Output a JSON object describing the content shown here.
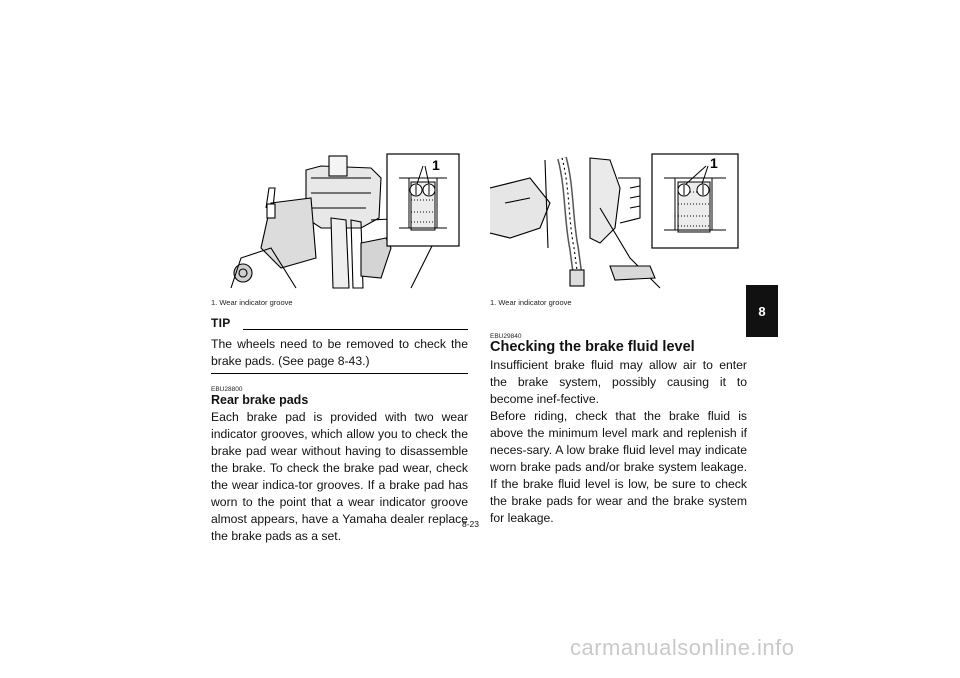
{
  "left": {
    "caption": "1.  Wear indicator groove",
    "callout": "1",
    "tip_label": "TIP",
    "tip_text": "The wheels need to be removed to check the brake pads. (See page 8-43.)",
    "section_code": "EBU28800",
    "section_title": "Rear brake pads",
    "section_text": "Each brake pad is provided with two wear indicator grooves, which allow you to check the brake pad wear without having to disassemble the brake. To check the brake pad wear, check the wear indica-tor grooves. If a brake pad has worn to the point that a wear indicator groove almost appears, have a Yamaha dealer replace the brake pads as a set."
  },
  "right": {
    "caption": "1.  Wear indicator groove",
    "callout": "1",
    "section_code": "EBU29840",
    "section_title": "Checking the brake fluid level",
    "para1": "Insufficient brake fluid may allow air to enter the brake system, possibly causing it to become inef-fective.",
    "para2": "Before riding, check that the brake fluid is above the minimum level mark and replenish if neces-sary. A low brake fluid level may indicate worn brake pads and/or brake system leakage. If the brake fluid level is low, be sure to check the brake pads for wear and the brake system for leakage."
  },
  "chapter_tab": "8",
  "page_number": "8-23",
  "watermark": "carmanualsonline.info"
}
